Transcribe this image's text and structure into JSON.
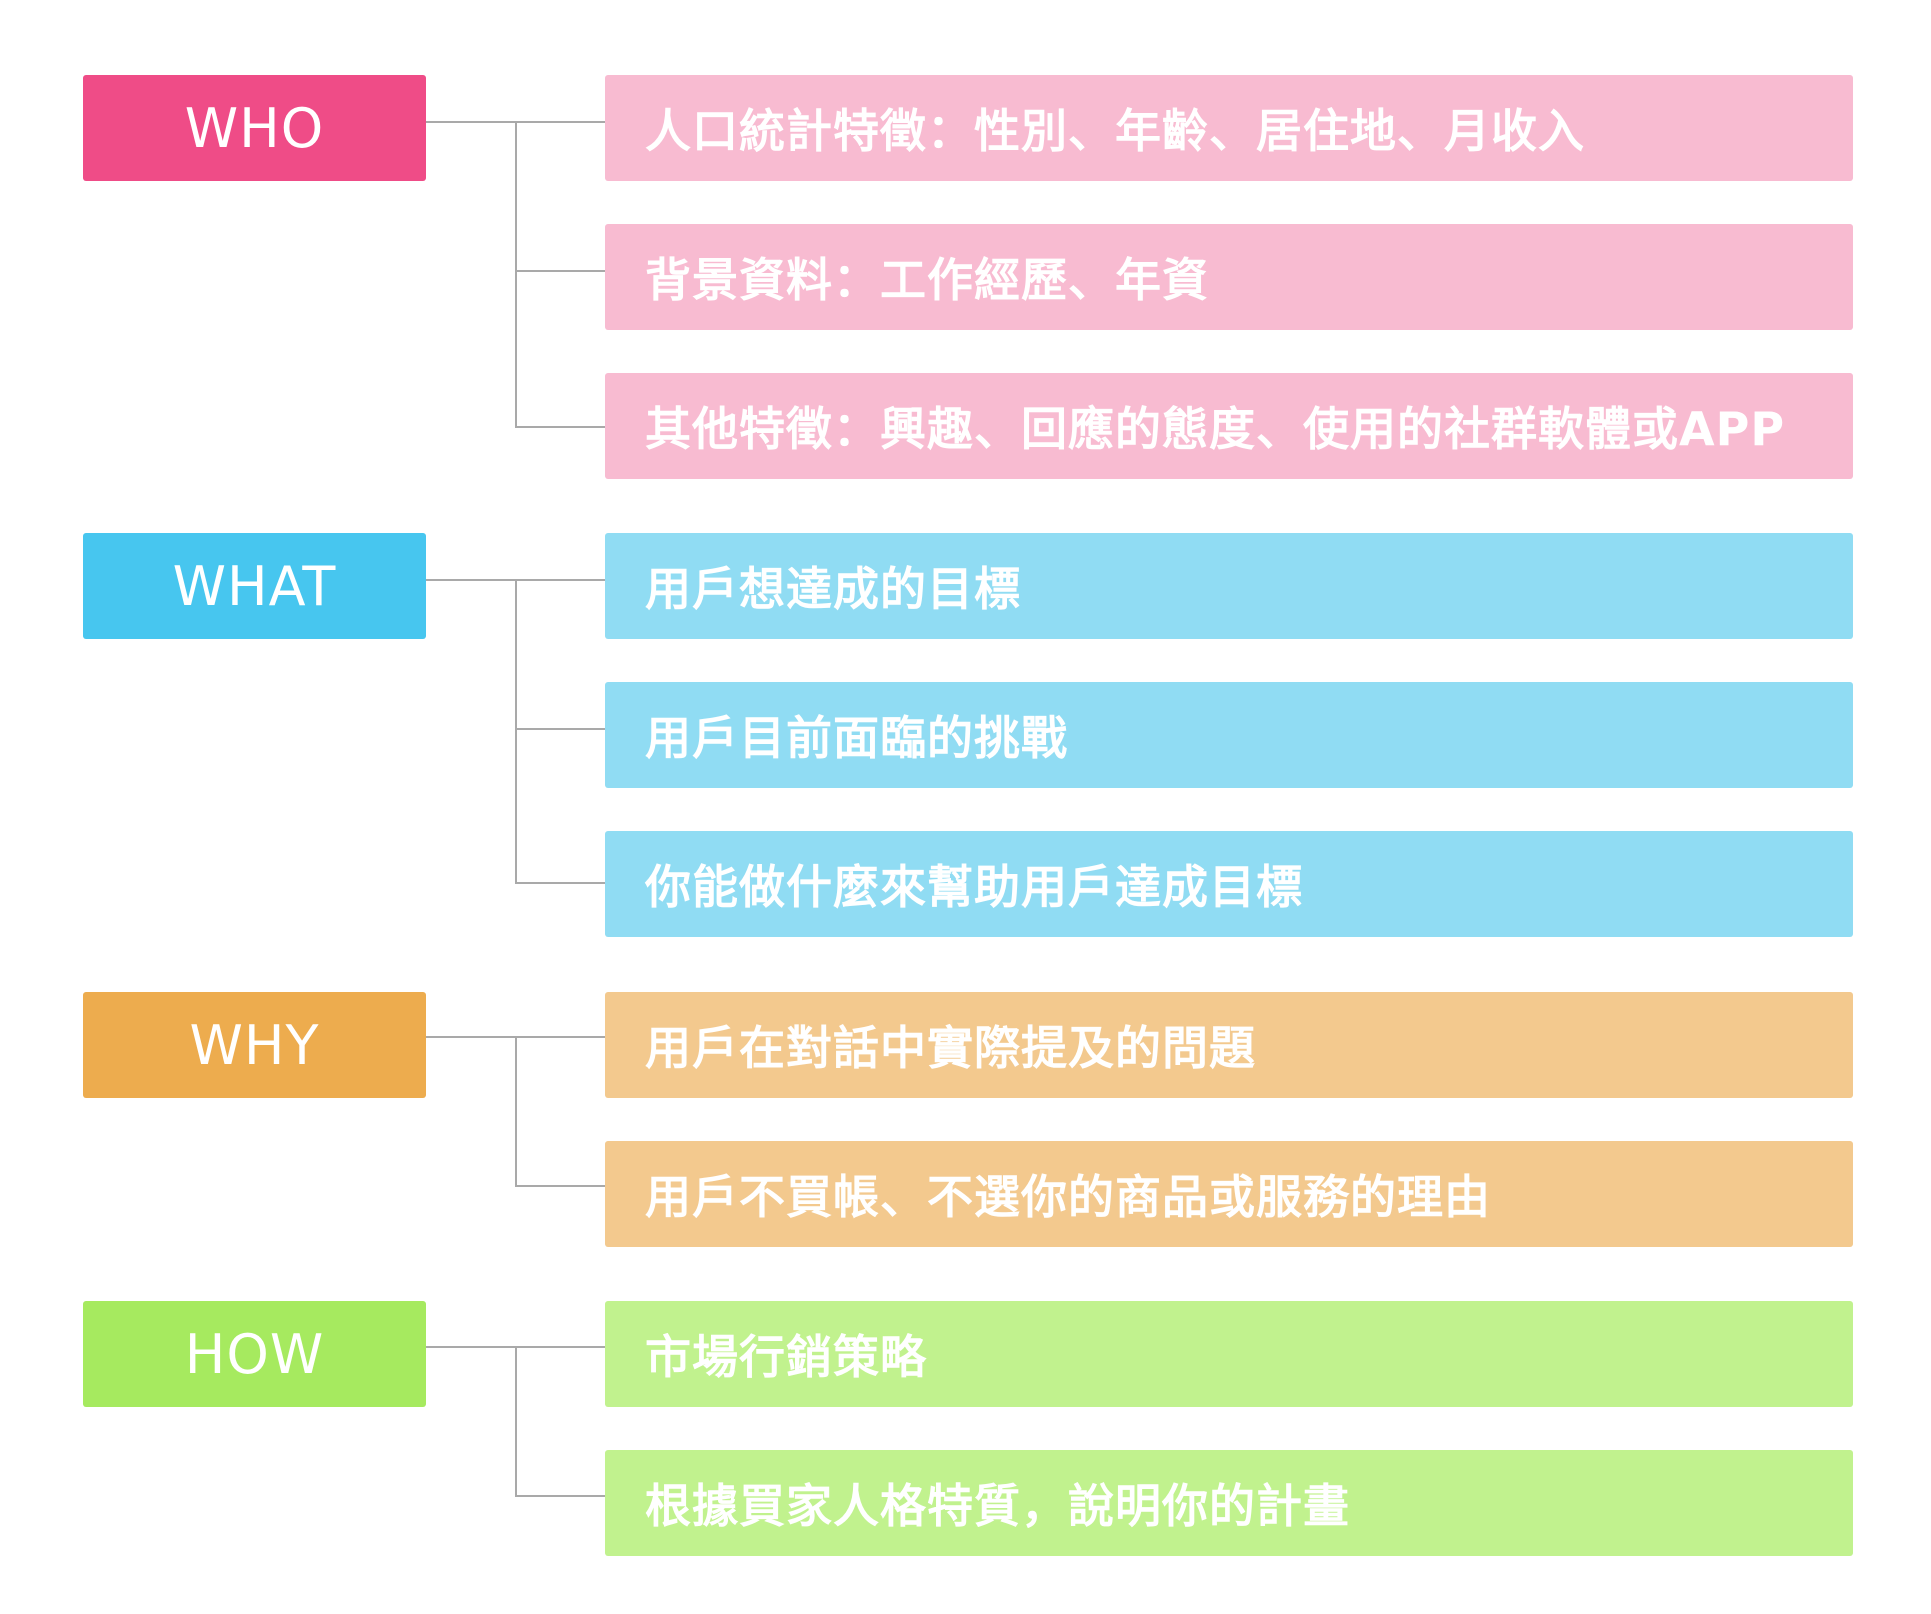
{
  "groups": [
    {
      "label": "WHO",
      "color": "#ef4c87",
      "item_color": "#f8bbd1",
      "items": [
        "人口統計特徵：性別、年齡、居住地、月收入",
        "背景資料：工作經歷、年資",
        "其他特徵：興趣、回應的態度、使用的社群軟體或APP"
      ]
    },
    {
      "label": "WHAT",
      "color": "#47c6ef",
      "item_color": "#90dcf3",
      "items": [
        "用戶想達成的目標",
        "用戶目前面臨的挑戰",
        "你能做什麼來幫助用戶達成目標"
      ]
    },
    {
      "label": "WHY",
      "color": "#edac4e",
      "item_color": "#f3c98e",
      "items": [
        "用戶在對話中實際提及的問題",
        "用戶不買帳、不選你的商品或服務的理由"
      ]
    },
    {
      "label": "HOW",
      "color": "#a6ea5f",
      "item_color": "#c1f28e",
      "items": [
        "市場行銷策略",
        "根據買家人格特質，說明你的計畫"
      ]
    }
  ]
}
